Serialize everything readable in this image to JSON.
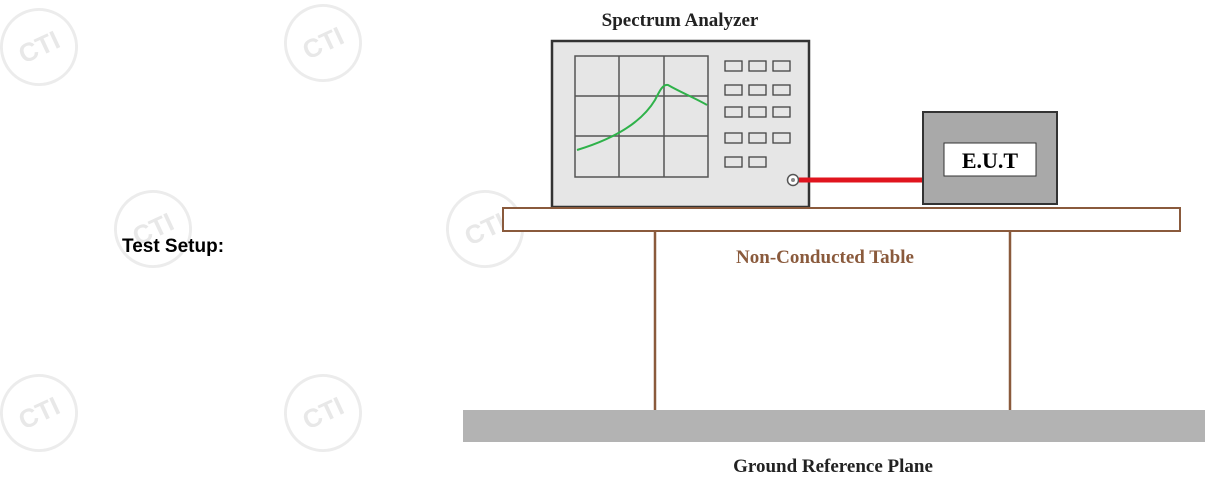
{
  "labels": {
    "test_setup": "Test Setup:",
    "analyzer_title": "Spectrum Analyzer",
    "eut": "E.U.T",
    "table": "Non-Conducted Table",
    "ground": "Ground Reference Plane"
  },
  "watermark_text": "CTI",
  "colors": {
    "trace": "#2fb24a",
    "cable": "#e0141e",
    "table": "#8a5a3c",
    "ground": "#b3b3b3",
    "analyzer_fill": "#e6e6e6",
    "eut_fill": "#a9a9a9"
  }
}
